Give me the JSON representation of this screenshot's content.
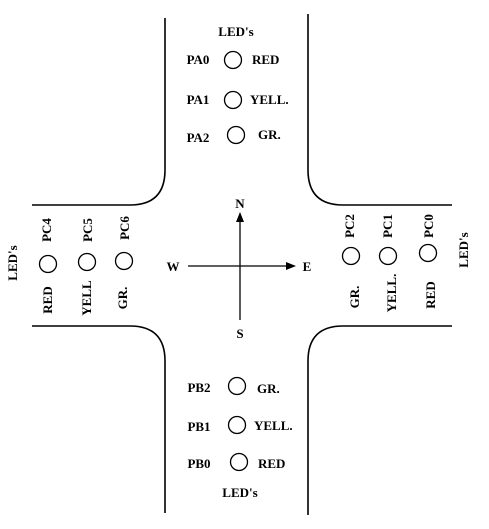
{
  "north": {
    "title": "LED's",
    "leds": [
      {
        "port": "PA0",
        "color": "RED"
      },
      {
        "port": "PA1",
        "color": "YELL."
      },
      {
        "port": "PA2",
        "color": "GR."
      }
    ]
  },
  "south": {
    "title": "LED's",
    "leds": [
      {
        "port": "PB2",
        "color": "GR."
      },
      {
        "port": "PB1",
        "color": "YELL."
      },
      {
        "port": "PB0",
        "color": "RED"
      }
    ]
  },
  "west": {
    "title": "LED's",
    "leds": [
      {
        "port": "PC4",
        "color": "RED"
      },
      {
        "port": "PC5",
        "color": "YELL"
      },
      {
        "port": "PC6",
        "color": "GR."
      }
    ]
  },
  "east": {
    "title": "LED's",
    "leds": [
      {
        "port": "PC2",
        "color": "GR."
      },
      {
        "port": "PC1",
        "color": "YELL."
      },
      {
        "port": "PC0",
        "color": "RED"
      }
    ]
  },
  "compass": {
    "n": "N",
    "s": "S",
    "w": "W",
    "e": "E"
  }
}
